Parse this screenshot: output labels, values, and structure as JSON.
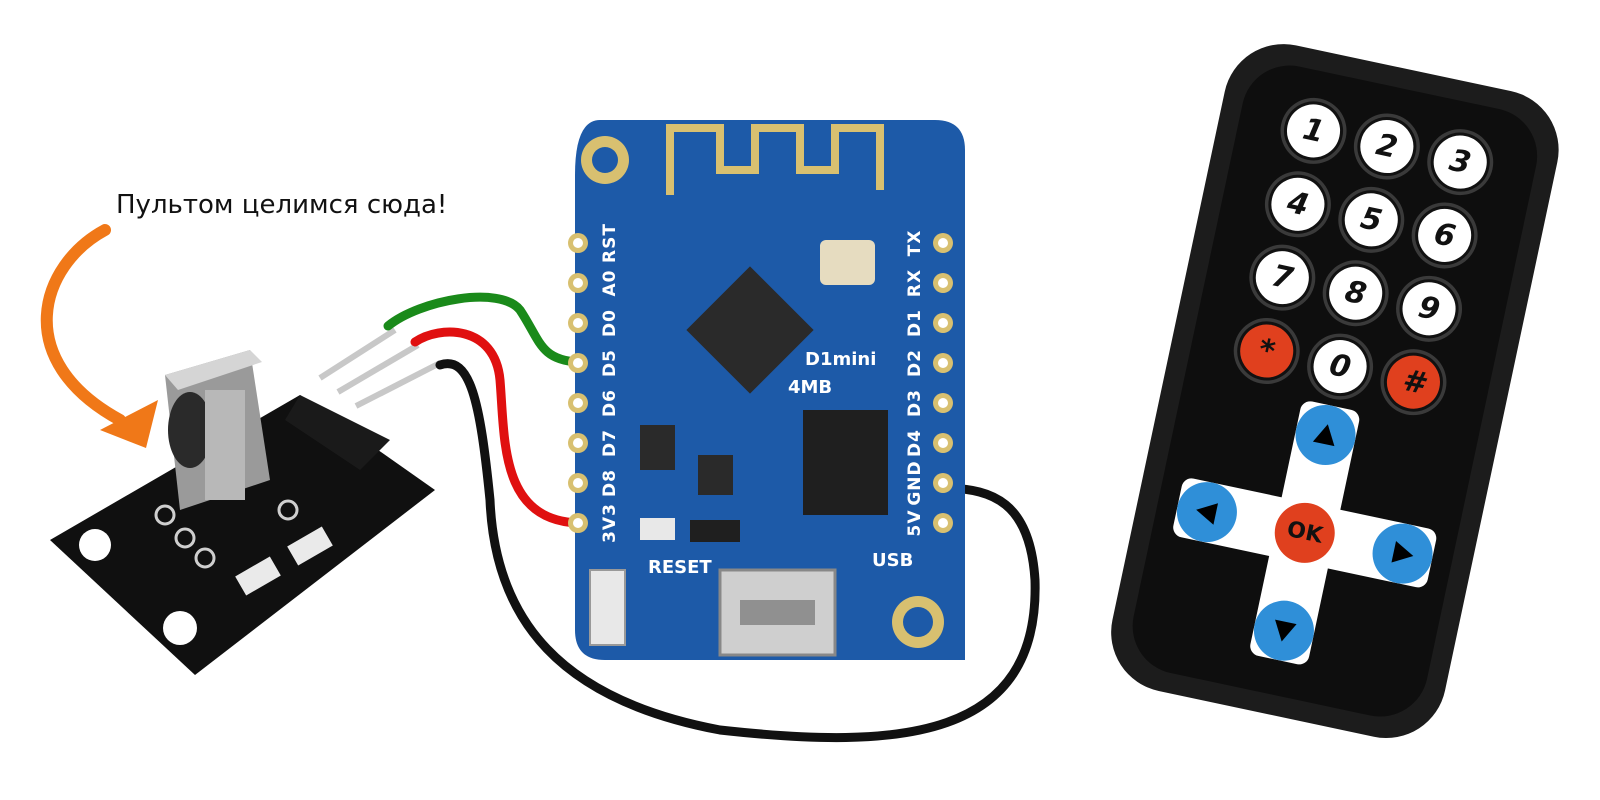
{
  "caption": "Пультом целимся сюда!",
  "board": {
    "model_label": "D1mini",
    "flash_label": "4MB",
    "reset_label": "RESET",
    "usb_label": "USB",
    "left_pins": [
      "RST",
      "A0",
      "D0",
      "D5",
      "D6",
      "D7",
      "D8",
      "3V3"
    ],
    "right_pins": [
      "TX",
      "RX",
      "D1",
      "D2",
      "D3",
      "D4",
      "GND",
      "5V"
    ]
  },
  "remote": {
    "keys": [
      "1",
      "2",
      "3",
      "4",
      "5",
      "6",
      "7",
      "8",
      "9",
      "*",
      "0",
      "#"
    ],
    "ok_label": "OK"
  },
  "wires": [
    {
      "name": "signal",
      "color": "#1a8a1a",
      "from": "sensor",
      "to": "D5"
    },
    {
      "name": "power",
      "color": "#e01010",
      "from": "sensor",
      "to": "3V3"
    },
    {
      "name": "ground",
      "color": "#111111",
      "from": "sensor",
      "to": "GND"
    }
  ],
  "colors": {
    "arrow": "#f07818",
    "board": "#1d5aa8",
    "remote_body": "#1c1c1c",
    "key_red": "#e0401e",
    "key_blue": "#2f8fd8"
  }
}
